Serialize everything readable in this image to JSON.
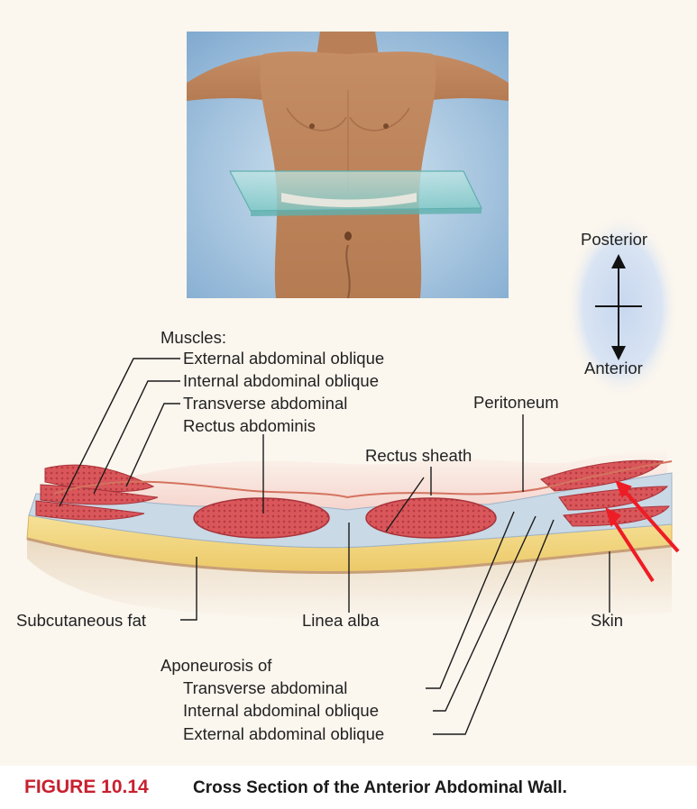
{
  "labels": {
    "muscles_heading": "Muscles:",
    "external_oblique": "External abdominal oblique",
    "internal_oblique": "Internal abdominal oblique",
    "transverse": "Transverse abdominal",
    "rectus_abdominis": "Rectus abdominis",
    "peritoneum": "Peritoneum",
    "rectus_sheath": "Rectus sheath",
    "subcutaneous_fat": "Subcutaneous fat",
    "linea_alba": "Linea alba",
    "skin": "Skin",
    "aponeurosis_heading": "Aponeurosis of",
    "apo_transverse": "Transverse abdominal",
    "apo_internal_oblique": "Internal abdominal oblique",
    "apo_external_oblique": "External abdominal oblique"
  },
  "orientation": {
    "posterior": "Posterior",
    "anterior": "Anterior"
  },
  "caption": {
    "figure_number": "FIGURE 10.14",
    "title": "Cross Section of the Anterior Abdominal Wall."
  },
  "colors": {
    "muscle": "#d8555a",
    "fat": "#f1d67a",
    "fascia": "#c9d9e6",
    "peritoneum": "#e9a7a3",
    "annotation_arrow": "#ee1c25",
    "caption_number": "#c8202f"
  }
}
